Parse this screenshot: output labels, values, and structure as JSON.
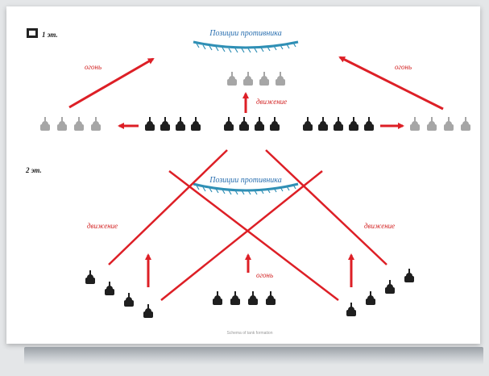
{
  "colors": {
    "arrow": "#dd1f26",
    "tank_dark": "#1f1f1f",
    "tank_grey": "#a6a6a6",
    "enemy_arc": "#2f8fb5",
    "label_red": "#d22020",
    "label_blue": "#2a6fb0"
  },
  "icons": {
    "step_marker": "square-marker-icon",
    "tank": "tank-icon",
    "enemy_position": "enemy-position-arc-icon"
  },
  "step1": {
    "marker_label": "1 эт.",
    "enemy_label": "Позиции противника",
    "left_arrow_label": "огонь",
    "right_arrow_label": "огонь",
    "center_arrow_label": "движение"
  },
  "step2": {
    "step_label": "2 эт.",
    "enemy_label": "Позиции противника",
    "left_arrow_label": "движение",
    "right_arrow_label": "движение",
    "center_arrow_label": "огонь"
  },
  "caption": "Schema of tank formation"
}
